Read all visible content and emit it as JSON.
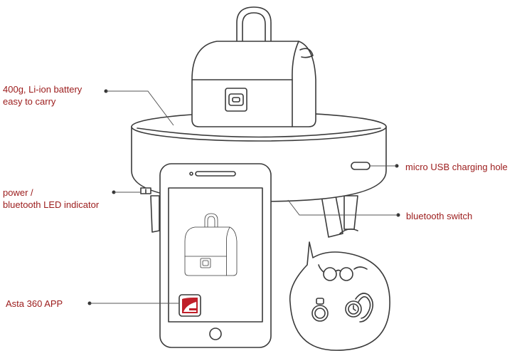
{
  "labels": {
    "battery": [
      "400g, Li-ion battery",
      "easy to carry"
    ],
    "power_led": [
      "power /",
      "bluetooth LED indicator"
    ],
    "app": "Asta 360 APP",
    "usb": "micro USB charging hole",
    "bt_switch": "bluetooth switch"
  },
  "colors": {
    "label_text": "#9b1b1b",
    "line_art": "#3a3a3a",
    "app_icon": "#c0202a",
    "background": "#ffffff"
  },
  "icons": [
    "handbag-icon",
    "glasses-icon",
    "ring-icon",
    "watch-icon",
    "app-icon",
    "smartphone-icon"
  ]
}
